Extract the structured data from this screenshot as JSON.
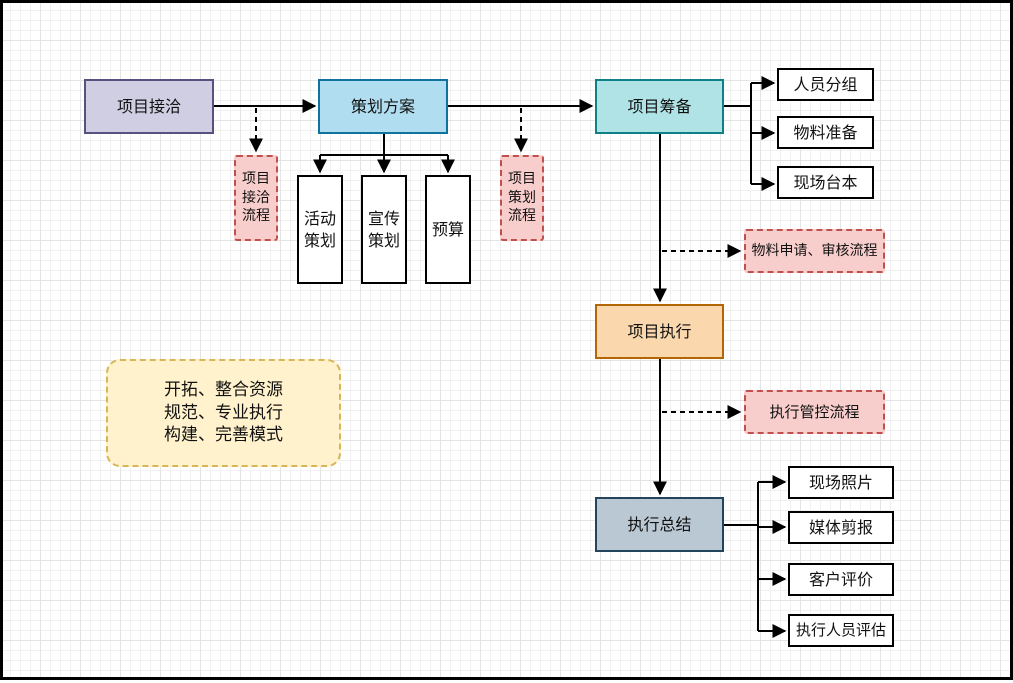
{
  "colors": {
    "intake": "#d0cee2",
    "intake_border": "#56517e",
    "planning": "#b1ddf0",
    "planning_border": "#10739e",
    "prep": "#b0e3e6",
    "prep_border": "#0e8088",
    "execution": "#fad7ac",
    "execution_border": "#b46504",
    "summary": "#bac8d3",
    "summary_border": "#23445d",
    "flow_fill": "#f8cecc",
    "note_fill": "#fff2cc"
  },
  "nodes": {
    "intake": "项目接洽",
    "planning": "策划方案",
    "prep": "项目筹备",
    "execution": "项目执行",
    "summary": "执行总结"
  },
  "planning_items": [
    [
      "活动",
      "策划"
    ],
    [
      "宣传",
      "策划"
    ],
    [
      "预算"
    ]
  ],
  "prep_items": [
    "人员分组",
    "物料准备",
    "现场台本"
  ],
  "summary_items": [
    "现场照片",
    "媒体剪报",
    "客户评价",
    "执行人员评估"
  ],
  "flows": {
    "intake_flow": [
      "项目",
      "接洽",
      "流程"
    ],
    "planning_flow": [
      "项目",
      "策划",
      "流程"
    ],
    "material_flow": "物料申请、审核流程",
    "execution_flow": "执行管控流程"
  },
  "note": [
    "开拓、整合资源",
    "规范、专业执行",
    "构建、完善模式"
  ]
}
